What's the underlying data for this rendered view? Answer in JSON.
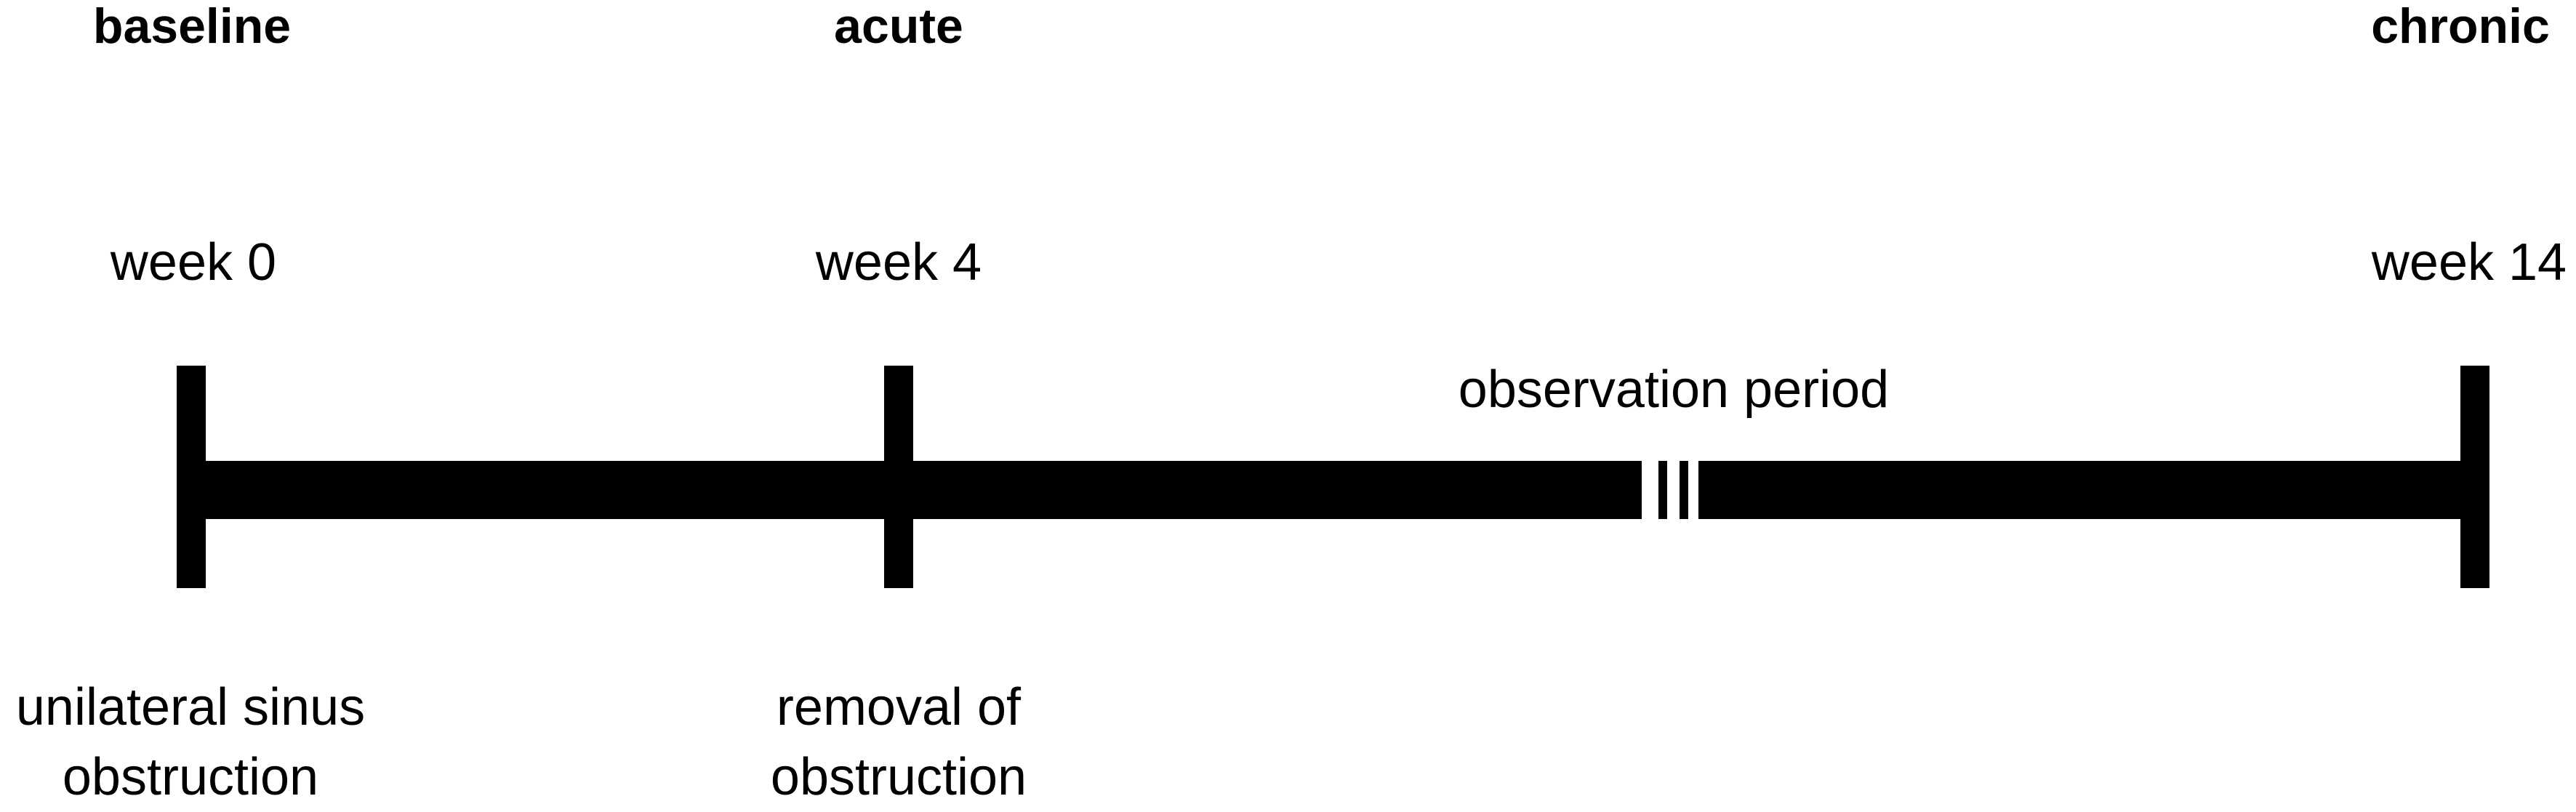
{
  "phases": {
    "baseline": "baseline",
    "acute": "acute",
    "chronic": "chronic"
  },
  "weeks": {
    "w0": "week 0",
    "w4": "week 4",
    "w14": "week 14"
  },
  "observation_label": "observation period",
  "events": {
    "start_line1": "unilateral sinus",
    "start_line2": "obstruction",
    "removal_line1": "removal of",
    "removal_line2": "obstruction"
  },
  "colors": {
    "ink": "#000000",
    "background": "#ffffff"
  }
}
